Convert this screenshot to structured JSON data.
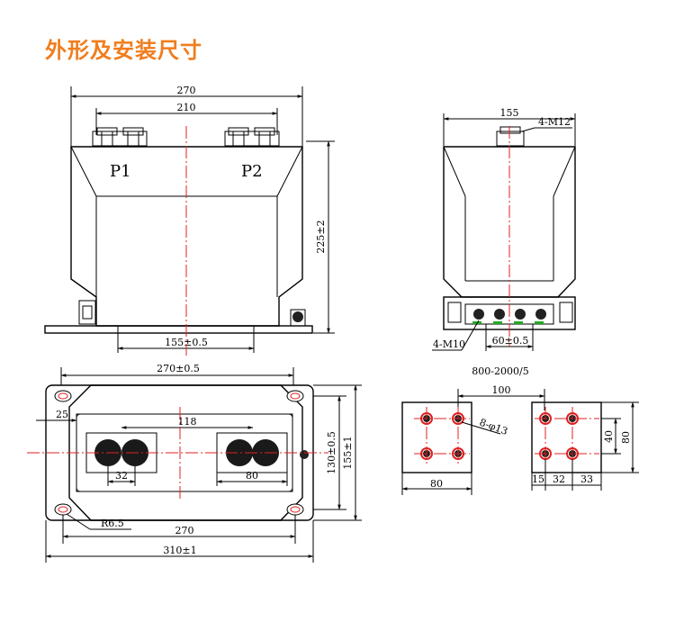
{
  "page_title": "外形及安装尺寸",
  "front_view": {
    "dim_overall": "270",
    "dim_inner": "210",
    "height": "225±2",
    "base_spacing": "155±0.5",
    "terminal_left": "P1",
    "terminal_right": "P2"
  },
  "side_view": {
    "dim_width": "155",
    "bolt_top": "4-M12",
    "bolt_bottom": "4-M10",
    "bolt_spacing": "60±0.5",
    "ratio": "800-2000/5"
  },
  "top_view": {
    "dim_top": "270±0.5",
    "dim_left": "25",
    "dim_118": "118",
    "dim_32": "32",
    "dim_80": "80",
    "dim_height_inner": "130±0.5",
    "dim_height_outer": "155±1",
    "radius": "R6.5",
    "dim_bottom": "270",
    "dim_overall": "310±1"
  },
  "plates": {
    "dim_100": "100",
    "holes": "8-φ13",
    "left_width": "80",
    "dim_40": "40",
    "dim_80": "80",
    "dim_15": "15",
    "dim_32": "32",
    "dim_33": "33"
  },
  "colors": {
    "title": "#f07d1e",
    "centerline": "#e02020",
    "bolt_marker": "#22aa22"
  }
}
